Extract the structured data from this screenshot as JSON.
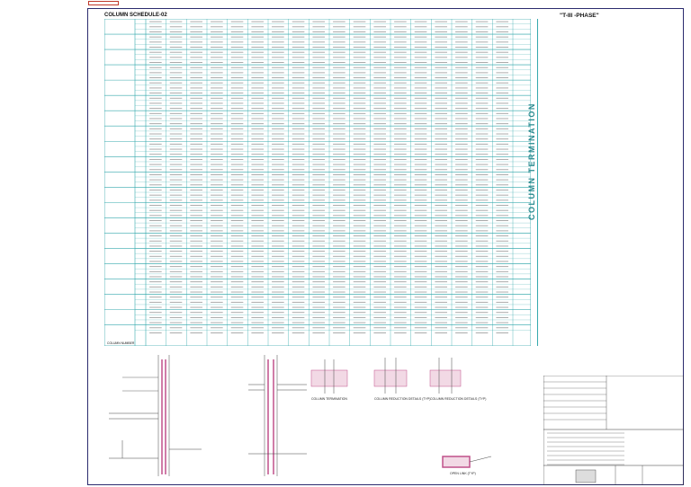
{
  "sheet": {
    "title_left": "COLUMN SCHEDULE-02",
    "title_right": "\"T-III -PHASE\"",
    "vertical_title": "COLUMN TERMINATION",
    "footer_row_label": "COLUMN NUMBER",
    "colors": {
      "grid": "#36a9ad",
      "frame": "#2b2b6e",
      "text": "#111111",
      "rebar_pink": "#c0508a",
      "accent": "#2a8a8f"
    }
  },
  "details": {
    "labels": [
      "COLUMN TERMINATION",
      "COLUMN REDUCTION DETAILS (TYP)",
      "COLUMN REDUCTION DETAILS (TYP)",
      "OPEN LINK (TYP)"
    ]
  }
}
